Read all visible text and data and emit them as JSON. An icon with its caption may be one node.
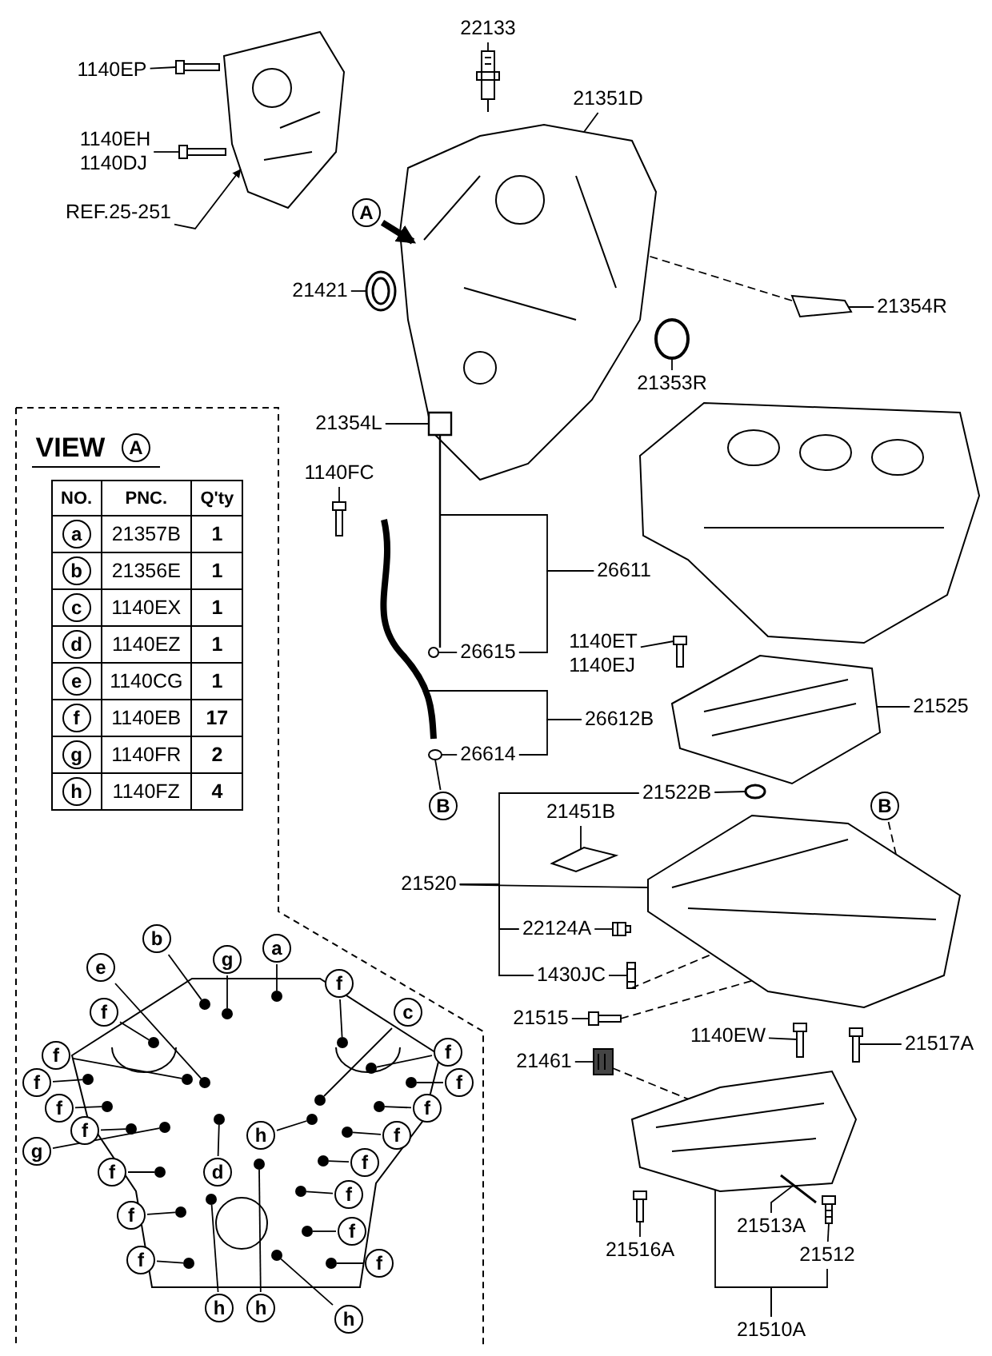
{
  "diagram": {
    "nodes": [
      {
        "text": [
          "22133"
        ]
      },
      {
        "text": [
          "1140EP"
        ]
      },
      {
        "text": [
          "21351D"
        ]
      },
      {
        "text": [
          "1140EH",
          "1140DJ"
        ]
      },
      {
        "text": [
          "REF.25-251"
        ]
      },
      {
        "text": [
          "21421"
        ]
      },
      {
        "text": [
          "21354R"
        ]
      },
      {
        "text": [
          "21353R"
        ]
      },
      {
        "text": [
          "21354L"
        ]
      },
      {
        "text": [
          "1140FC"
        ]
      },
      {
        "text": [
          "26611"
        ]
      },
      {
        "text": [
          "1140ET",
          "1140EJ"
        ]
      },
      {
        "text": [
          "26615"
        ]
      },
      {
        "text": [
          "21525"
        ]
      },
      {
        "text": [
          "26612B"
        ]
      },
      {
        "text": [
          "26614"
        ]
      },
      {
        "text": [
          "21522B"
        ]
      },
      {
        "text": [
          "B"
        ]
      },
      {
        "text": [
          "B"
        ]
      },
      {
        "text": [
          "21451B"
        ]
      },
      {
        "text": [
          "21520"
        ]
      },
      {
        "text": [
          "22124A"
        ]
      },
      {
        "text": [
          "1430JC"
        ]
      },
      {
        "text": [
          "21515"
        ]
      },
      {
        "text": [
          "1140EW"
        ]
      },
      {
        "text": [
          "21517A"
        ]
      },
      {
        "text": [
          "21461"
        ]
      },
      {
        "text": [
          "21513A"
        ]
      },
      {
        "text": [
          "21516A"
        ]
      },
      {
        "text": [
          "21512"
        ]
      },
      {
        "text": [
          "21510A"
        ]
      },
      {
        "text": [
          "b"
        ]
      },
      {
        "text": [
          "a"
        ]
      },
      {
        "text": [
          "g"
        ]
      },
      {
        "text": [
          "e"
        ]
      },
      {
        "text": [
          "f"
        ]
      },
      {
        "text": [
          "f"
        ]
      },
      {
        "text": [
          "c"
        ]
      },
      {
        "text": [
          "f"
        ]
      },
      {
        "text": [
          "f"
        ]
      },
      {
        "text": [
          "f"
        ]
      },
      {
        "text": [
          "f"
        ]
      },
      {
        "text": [
          "f"
        ]
      },
      {
        "text": [
          "f"
        ]
      },
      {
        "text": [
          "f"
        ]
      },
      {
        "text": [
          "h"
        ]
      },
      {
        "text": [
          "f"
        ]
      },
      {
        "text": [
          "g"
        ]
      },
      {
        "text": [
          "f"
        ]
      },
      {
        "text": [
          "f"
        ]
      },
      {
        "text": [
          "d"
        ]
      },
      {
        "text": [
          "f"
        ]
      },
      {
        "text": [
          "f"
        ]
      },
      {
        "text": [
          "f"
        ]
      },
      {
        "text": [
          "f"
        ]
      },
      {
        "text": [
          "f"
        ]
      },
      {
        "text": [
          "h"
        ]
      },
      {
        "text": [
          "h"
        ]
      },
      {
        "text": [
          "h"
        ]
      },
      {
        "text": [
          "A"
        ]
      },
      {
        "text": [
          "A"
        ]
      },
      {
        "text": [
          "a"
        ]
      },
      {
        "text": [
          "b"
        ]
      },
      {
        "text": [
          "c"
        ]
      },
      {
        "text": [
          "d"
        ]
      },
      {
        "text": [
          "e"
        ]
      },
      {
        "text": [
          "f"
        ]
      },
      {
        "text": [
          "g"
        ]
      },
      {
        "text": [
          "h"
        ]
      },
      {
        "text": [],
        "shape": "picture"
      },
      {
        "text": [],
        "shape": "picture"
      },
      {
        "text": [],
        "shape": "picture"
      },
      {
        "text": [],
        "shape": "picture"
      },
      {
        "text": [],
        "shape": "picture"
      },
      {
        "text": [],
        "shape": "picture"
      },
      {
        "text": [],
        "shape": "picture"
      },
      {
        "text": [],
        "shape": "picture"
      },
      {
        "text": [],
        "shape": "picture"
      },
      {
        "text": [],
        "shape": "picture"
      },
      {
        "text": [],
        "shape": "picture"
      },
      {
        "text": [],
        "shape": "picture"
      },
      {
        "text": [],
        "shape": "picture"
      },
      {
        "text": [],
        "shape": "picture"
      },
      {
        "text": [],
        "shape": "picture"
      },
      {
        "text": [],
        "shape": "picture"
      },
      {
        "text": [],
        "shape": "picture"
      },
      {
        "text": [],
        "shape": "picture"
      },
      {
        "text": [],
        "shape": "picture"
      },
      {
        "text": [],
        "shape": "picture"
      },
      {
        "text": [],
        "shape": "picture"
      },
      {
        "text": [],
        "shape": "picture"
      },
      {
        "text": [],
        "shape": "picture"
      },
      {
        "text": [],
        "shape": "picture"
      },
      {
        "text": [],
        "shape": "picture"
      },
      {
        "text": [],
        "shape": "picture"
      },
      {
        "text": [],
        "shape": "picture"
      },
      {
        "text": [],
        "shape": "picture"
      },
      {
        "text": [],
        "shape": "circle"
      },
      {
        "text": [],
        "shape": "circle"
      },
      {
        "text": [],
        "shape": "circle"
      },
      {
        "text": [],
        "shape": "circle"
      },
      {
        "text": [],
        "shape": "circle"
      },
      {
        "text": [],
        "shape": "circle"
      },
      {
        "text": [],
        "shape": "circle"
      },
      {
        "text": [],
        "shape": "circle"
      },
      {
        "text": [],
        "shape": "circle"
      },
      {
        "text": [],
        "shape": "circle"
      },
      {
        "text": [],
        "shape": "circle"
      },
      {
        "text": [],
        "shape": "circle"
      },
      {
        "text": [],
        "shape": "circle"
      },
      {
        "text": [],
        "shape": "circle"
      },
      {
        "text": [],
        "shape": "circle"
      },
      {
        "text": [],
        "shape": "circle"
      },
      {
        "text": [],
        "shape": "circle"
      },
      {
        "text": [],
        "shape": "circle"
      },
      {
        "text": [],
        "shape": "circle"
      },
      {
        "text": [],
        "shape": "circle"
      },
      {
        "text": [],
        "shape": "circle"
      },
      {
        "text": [],
        "shape": "circle"
      },
      {
        "text": [],
        "shape": "circle"
      },
      {
        "text": [],
        "shape": "circle"
      },
      {
        "text": [],
        "shape": "circle"
      },
      {
        "text": [],
        "shape": "circle"
      },
      {
        "text": [],
        "shape": "circle"
      },
      {
        "text": [],
        "shape": "circle"
      }
    ],
    "edges": [
      {
        "from": 0,
        "to": 72,
        "arrow": "none"
      },
      {
        "from": 1,
        "to": 70,
        "arrow": "none"
      },
      {
        "from": 2,
        "to": 73,
        "arrow": "none"
      },
      {
        "from": 3,
        "to": 71,
        "arrow": "none"
      },
      {
        "from": 4,
        "to": 69,
        "arrow": "to"
      },
      {
        "from": 5,
        "to": 74,
        "arrow": "none"
      },
      {
        "from": 6,
        "to": 76,
        "arrow": "none"
      },
      {
        "from": 7,
        "to": 75,
        "arrow": "none"
      },
      {
        "from": 8,
        "to": 77,
        "arrow": "none"
      },
      {
        "from": 9,
        "to": 78,
        "arrow": "none"
      },
      {
        "from": 10,
        "to": 77,
        "arrow": "none"
      },
      {
        "from": 10,
        "to": 12,
        "arrow": "none"
      },
      {
        "from": 11,
        "to": 81,
        "arrow": "none"
      },
      {
        "from": 12,
        "to": 80,
        "arrow": "none"
      },
      {
        "from": 13,
        "to": 82,
        "arrow": "none"
      },
      {
        "from": 14,
        "to": 79,
        "arrow": "none"
      },
      {
        "from": 14,
        "to": 15,
        "arrow": "none"
      },
      {
        "from": 15,
        "to": 84,
        "arrow": "none"
      },
      {
        "from": 16,
        "to": 83,
        "arrow": "none"
      },
      {
        "from": 17,
        "to": 84,
        "arrow": "none"
      },
      {
        "from": 18,
        "to": 85,
        "arrow": "none",
        "style": "dashed"
      },
      {
        "from": 19,
        "to": 86,
        "arrow": "none"
      },
      {
        "from": 20,
        "to": 85,
        "arrow": "none"
      },
      {
        "from": 20,
        "to": 16,
        "arrow": "none"
      },
      {
        "from": 20,
        "to": 21,
        "arrow": "none"
      },
      {
        "from": 20,
        "to": 22,
        "arrow": "none"
      },
      {
        "from": 21,
        "to": 87,
        "arrow": "none"
      },
      {
        "from": 22,
        "to": 88,
        "arrow": "none"
      },
      {
        "from": 23,
        "to": 89,
        "arrow": "none"
      },
      {
        "from": 24,
        "to": 91,
        "arrow": "none"
      },
      {
        "from": 25,
        "to": 92,
        "arrow": "none"
      },
      {
        "from": 26,
        "to": 90,
        "arrow": "none"
      },
      {
        "from": 27,
        "to": 95,
        "arrow": "none"
      },
      {
        "from": 28,
        "to": 94,
        "arrow": "none"
      },
      {
        "from": 29,
        "to": 96,
        "arrow": "none"
      },
      {
        "from": 30,
        "to": 93,
        "arrow": "none"
      },
      {
        "from": 30,
        "to": 29,
        "arrow": "none"
      },
      {
        "from": 31,
        "to": 97,
        "arrow": "none"
      },
      {
        "from": 32,
        "to": 98,
        "arrow": "none"
      },
      {
        "from": 33,
        "to": 99,
        "arrow": "none"
      },
      {
        "from": 34,
        "to": 100,
        "arrow": "none"
      },
      {
        "from": 35,
        "to": 101,
        "arrow": "none"
      },
      {
        "from": 36,
        "to": 102,
        "arrow": "none"
      },
      {
        "from": 37,
        "to": 103,
        "arrow": "none"
      },
      {
        "from": 38,
        "to": 104,
        "arrow": "none"
      },
      {
        "from": 39,
        "to": 105,
        "arrow": "none"
      },
      {
        "from": 40,
        "to": 106,
        "arrow": "none"
      },
      {
        "from": 41,
        "to": 107,
        "arrow": "none"
      },
      {
        "from": 42,
        "to": 108,
        "arrow": "none"
      },
      {
        "from": 43,
        "to": 109,
        "arrow": "none"
      },
      {
        "from": 44,
        "to": 110,
        "arrow": "none"
      },
      {
        "from": 45,
        "to": 111,
        "arrow": "none"
      },
      {
        "from": 46,
        "to": 112,
        "arrow": "none"
      },
      {
        "from": 47,
        "to": 113,
        "arrow": "none"
      },
      {
        "from": 48,
        "to": 114,
        "arrow": "none"
      },
      {
        "from": 49,
        "to": 115,
        "arrow": "none"
      },
      {
        "from": 50,
        "to": 116,
        "arrow": "none"
      },
      {
        "from": 51,
        "to": 117,
        "arrow": "none"
      },
      {
        "from": 52,
        "to": 118,
        "arrow": "none"
      },
      {
        "from": 53,
        "to": 119,
        "arrow": "none"
      },
      {
        "from": 54,
        "to": 120,
        "arrow": "none"
      },
      {
        "from": 55,
        "to": 121,
        "arrow": "none"
      },
      {
        "from": 56,
        "to": 122,
        "arrow": "none"
      },
      {
        "from": 57,
        "to": 123,
        "arrow": "none"
      },
      {
        "from": 58,
        "to": 124,
        "arrow": "none"
      },
      {
        "from": 59,
        "to": 73,
        "arrow": "to",
        "style": "thick"
      },
      {
        "from": 76,
        "to": 73,
        "arrow": "none",
        "style": "dashed"
      },
      {
        "from": 88,
        "to": 85,
        "arrow": "none",
        "style": "dashed"
      },
      {
        "from": 89,
        "to": 85,
        "arrow": "none",
        "style": "dashed"
      },
      {
        "from": 90,
        "to": 93,
        "arrow": "none",
        "style": "dashed"
      }
    ],
    "labels": [
      "VIEW",
      "NO.",
      "PNC.",
      "Q'ty",
      "21357B",
      "1",
      "21356E",
      "1",
      "1140EX",
      "1",
      "1140EZ",
      "1",
      "1140CG",
      "1",
      "1140EB",
      "17",
      "1140FR",
      "2",
      "1140FZ",
      "4"
    ]
  }
}
